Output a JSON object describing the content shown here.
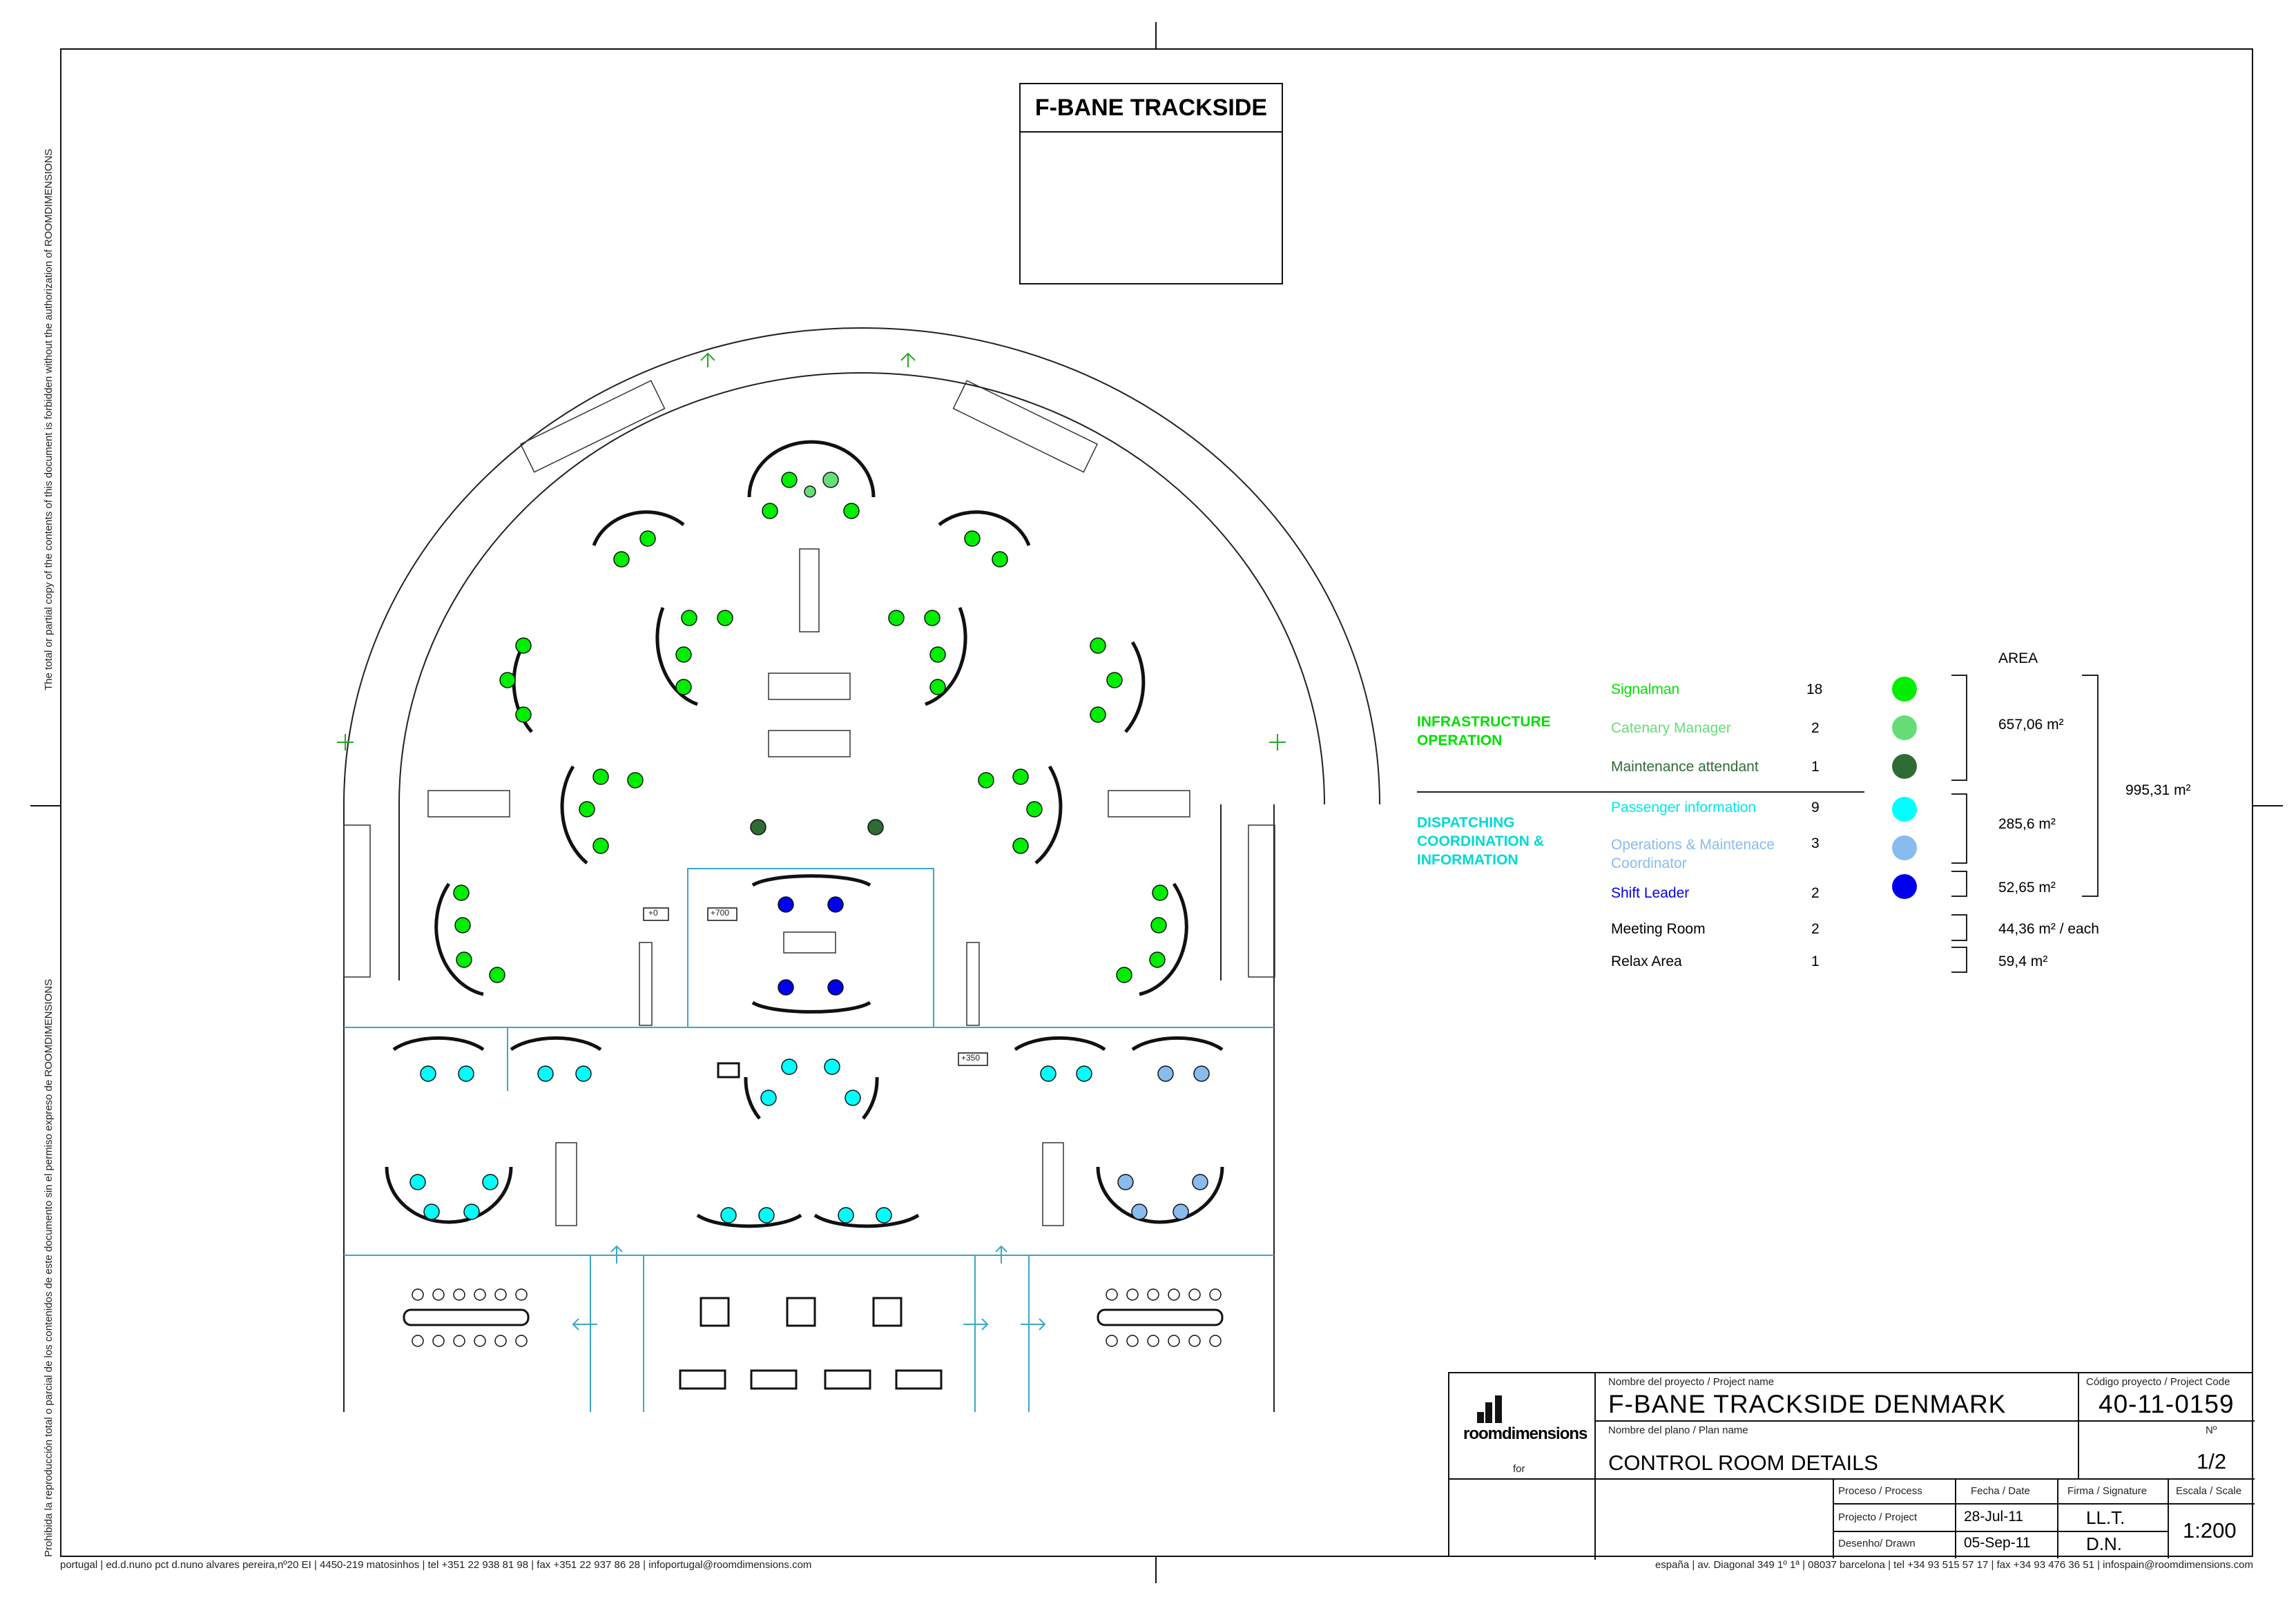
{
  "sheet_title": "F-BANE TRACKSIDE",
  "side_notes": {
    "english": "The total or partial copy of the contents of this document is forbidden without the authorization of ROOMDIMENSIONS",
    "spanish": "Prohibida la reproducción total o parcial de los contenidos de este documento sin el permiso expreso de ROOMDIMENSIONS"
  },
  "level_marks": [
    "+0",
    "+700",
    "+350"
  ],
  "legend": {
    "area_header": "AREA",
    "categories": {
      "infrastructure": "INFRASTRUCTURE\nOPERATION",
      "dispatching": "DISPATCHING\nCOORDINATION &\nINFORMATION"
    },
    "roles": [
      {
        "name": "Signalman",
        "count": "18",
        "color": "#00ee00"
      },
      {
        "name": "Catenary Manager",
        "count": "2",
        "color": "#66dd77"
      },
      {
        "name": "Maintenance attendant",
        "count": "1",
        "color": "#2e6b35"
      },
      {
        "name": "Passenger information",
        "count": "9",
        "color": "#00ffff"
      },
      {
        "name": "Operations & Maintenace\nCoordinator",
        "count": "3",
        "color": "#88bbee"
      },
      {
        "name": "Shift Leader",
        "count": "2",
        "color": "#0000ee"
      },
      {
        "name": "Meeting Room",
        "count": "2",
        "color": "#000000"
      },
      {
        "name": "Relax Area",
        "count": "1",
        "color": "#000000"
      }
    ],
    "areas": {
      "infrastructure": "657,06 m²",
      "passenger": "285,6 m²",
      "shift": "52,65 m²",
      "total": "995,31 m²",
      "meeting": "44,36 m² / each",
      "relax": "59,4 m²"
    }
  },
  "title_block": {
    "project_name_label": "Nombre del proyecto / Project name",
    "project_name": "F-BANE TRACKSIDE DENMARK",
    "project_code_label": "Código proyecto / Project Code",
    "project_code": "40-11-0159",
    "plan_name_label": "Nombre del plano / Plan name",
    "plan_name": "CONTROL ROOM DETAILS",
    "number_label": "Nº",
    "number": "1/2",
    "logo_text": "roomdimensions",
    "for_label": "for",
    "process_label": "Proceso / Process",
    "date_label": "Fecha / Date",
    "signature_label": "Firma / Signature",
    "scale_label": "Escala / Scale",
    "rows": [
      {
        "process": "Projecto / Project",
        "date": "28-Jul-11",
        "signature": "LL.T."
      },
      {
        "process": "Desenho/ Drawn",
        "date": "05-Sep-11",
        "signature": "D.N."
      }
    ],
    "scale": "1:200"
  },
  "footer": {
    "portugal": "portugal  |  ed.d.nuno pct d.nuno alvares pereira,nº20 EI  |  4450-219 matosinhos  |  tel +351 22 938 81 98  |  fax +351 22 937 86 28  |  infoportugal@roomdimensions.com",
    "spain": "españa  |  av. Diagonal 349 1º 1ª  |  08037 barcelona  |  tel +34 93 515 57 17  |  fax +34 93 476 36 51  |  infospain@roomdimensions.com"
  }
}
